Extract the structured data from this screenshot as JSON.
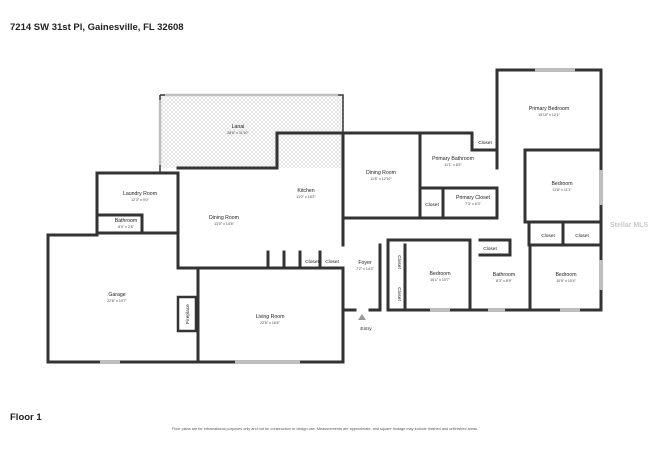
{
  "header": {
    "address": "7214 SW 31st Pl, Gainesville, FL 32608"
  },
  "footer": {
    "floor_label": "Floor 1",
    "disclaimer": "Floor plans are for informational purposes only and not for construction or design use. Measurements are approximate, and square footage may include finished and unfinished areas."
  },
  "watermark": "Stellar MLS",
  "rooms": {
    "lanai": {
      "name": "Lanai",
      "dims": "28'6\" x 11'10\""
    },
    "primary_bedroom": {
      "name": "Primary Bedroom",
      "dims": "15'10\" x 12'1\""
    },
    "primary_bathroom": {
      "name": "Primary Bathroom",
      "dims": "11'1\" x 8'3\""
    },
    "primary_closet": {
      "name": "Primary Closet",
      "dims": "7'3\" x 6'3\""
    },
    "dining_room_right": {
      "name": "Dining Room",
      "dims": "11'8\" x 12'10\""
    },
    "kitchen": {
      "name": "Kitchen",
      "dims": "11'0\" x 18'2\""
    },
    "laundry": {
      "name": "Laundry Room",
      "dims": "12'3\" x 9'0\""
    },
    "bathroom_small": {
      "name": "Bathroom",
      "dims": "8'0\" x 2'8\""
    },
    "dining_room_left": {
      "name": "Dining Room",
      "dims": "13'0\" x 14'6\""
    },
    "bedroom_right_top": {
      "name": "Bedroom",
      "dims": "11'8\" x 11'1\""
    },
    "foyer": {
      "name": "Foyer",
      "dims": "7'2\" x 14'3\""
    },
    "bedroom_mid": {
      "name": "Bedroom",
      "dims": "10'1\" x 10'7\""
    },
    "bathroom_mid": {
      "name": "Bathroom",
      "dims": "8'3\" x 8'9\""
    },
    "bedroom_right_bottom": {
      "name": "Bedroom",
      "dims": "10'9\" x 10'4\""
    },
    "garage": {
      "name": "Garage",
      "dims": "22'6\" x 19'7\""
    },
    "living_room": {
      "name": "Living Room",
      "dims": "22'6\" x 16'6\""
    }
  },
  "labels": {
    "closet": "Closet",
    "fireplace": "Fireplace",
    "entry": "Entry"
  }
}
